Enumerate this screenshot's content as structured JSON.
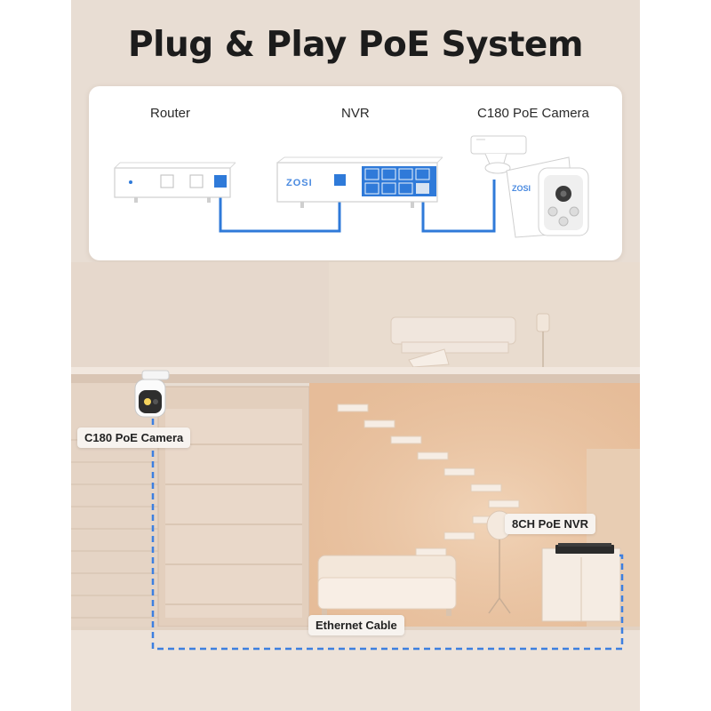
{
  "title": "Plug & Play PoE System",
  "diagram": {
    "router_label": "Router",
    "nvr_label": "NVR",
    "camera_label": "C180 PoE Camera",
    "brand_mark": "ZOSI",
    "cable_color": "#2f7ad9",
    "port_color": "#2f7ad9"
  },
  "scene": {
    "camera_tag": "C180 PoE Camera",
    "nvr_tag": "8CH PoE NVR",
    "cable_tag": "Ethernet Cable",
    "cable_color": "#3d7fe0"
  }
}
